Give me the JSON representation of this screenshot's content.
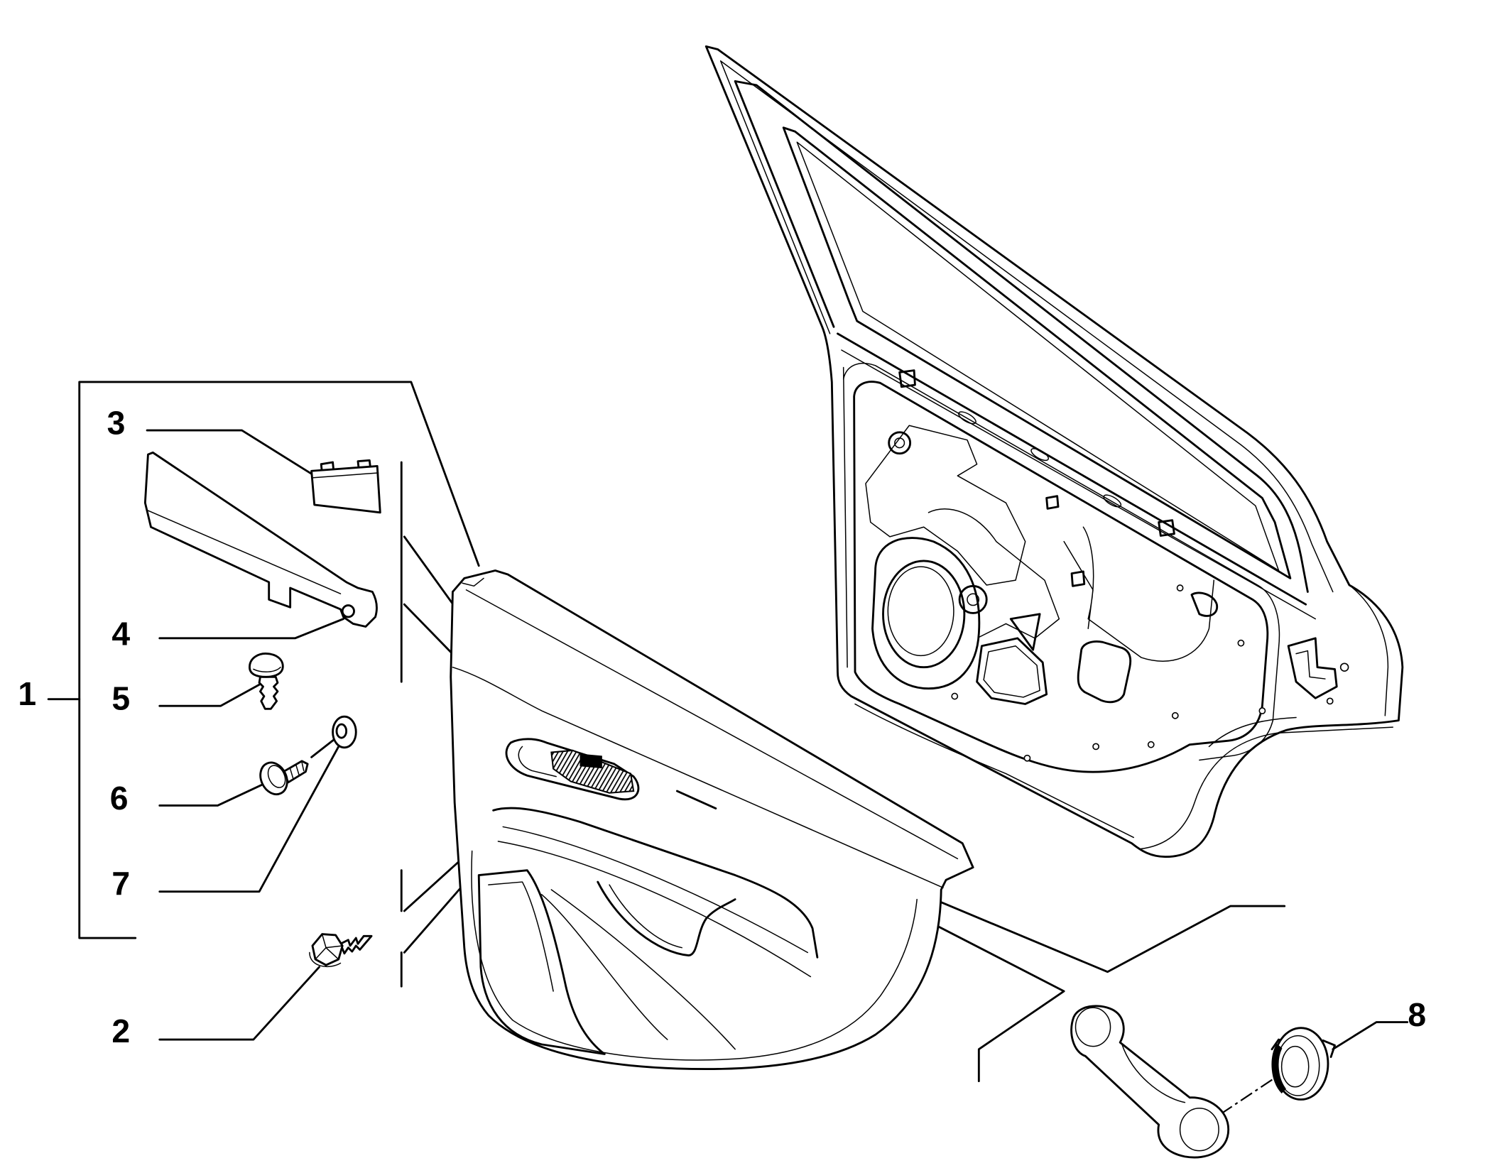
{
  "callouts": {
    "part_1": "1",
    "part_2": "2",
    "part_3": "3",
    "part_4": "4",
    "part_5": "5",
    "part_6": "6",
    "part_7": "7",
    "part_8": "8"
  },
  "colors": {
    "ink": "#000000",
    "background": "#ffffff"
  }
}
